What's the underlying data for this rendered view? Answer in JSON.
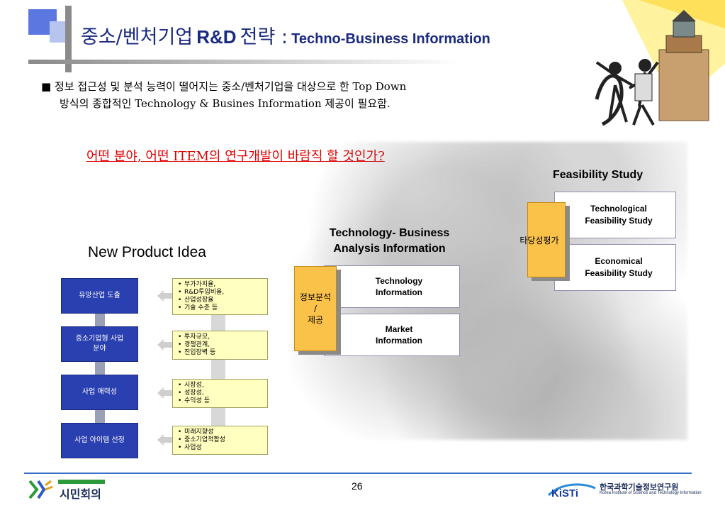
{
  "header": {
    "title_ko": "중소/벤처기업",
    "title_rd": "R&D",
    "title_strategy": "전략 :",
    "title_en": "Techno-Business Information"
  },
  "bullet": {
    "marker": "■",
    "line1": "정보 접근성 및 분석 능력이 떨어지는 중소/벤처기업을 대상으로 한 Top Down",
    "line2": "방식의  종합적인 Technology & Busines Information 제공이 필요함."
  },
  "question": "어떤 분야, 어떤 ITEM의 연구개발이 바람직 할 것인가?",
  "new_product_idea": "New Product Idea",
  "flow": {
    "steps": [
      "유망산업 도출",
      "중소기업형 사업  분야",
      "사업 매력성",
      "사업 아이템 선정"
    ],
    "criteria": [
      [
        "부가가치율,",
        "R&D투입비율,",
        "산업성장율",
        "기술 수준  등"
      ],
      [
        "투자규모,",
        "경쟁관계,",
        "진입장벽 등"
      ],
      [
        "시장성,",
        "성장성,",
        "수익성 등"
      ],
      [
        "미래지향성",
        "중소기업적합성",
        "사업성"
      ]
    ]
  },
  "analysis": {
    "heading_line1": "Technology- Business",
    "heading_line2": "Analysis Information",
    "tab_line1": "정보분석",
    "tab_line2": "/",
    "tab_line3": "제공",
    "box1_line1": "Technology",
    "box1_line2": "Information",
    "box2_line1": "Market",
    "box2_line2": "Information"
  },
  "feasibility": {
    "heading": "Feasibility Study",
    "tab": "타당성평가",
    "box1_line1": "Technological",
    "box1_line2": "Feasibility Study",
    "box2_line1": "Economical",
    "box2_line2": "Feasibility Study"
  },
  "footer": {
    "page": "26",
    "left_logo": "시민회의",
    "right_logo_name": "한국과학기술정보연구원",
    "right_logo_sub": "Korea Institute of Science and Technology Information",
    "right_logo_mark": "KiSTi"
  },
  "colors": {
    "title": "#1a2a80",
    "question": "#e00000",
    "flow_box": "#2a3fb0",
    "tab": "#fbc24a",
    "criteria_bg": "#ffffc0"
  }
}
